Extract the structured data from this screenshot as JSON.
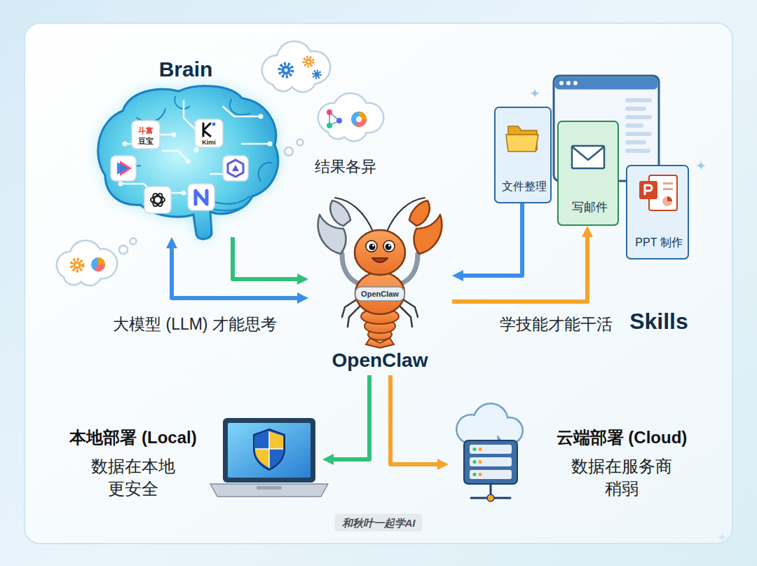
{
  "diagram": {
    "nodes": [
      {
        "text": [
          "Brain"
        ]
      },
      {
        "text": [
          "文件整理"
        ]
      },
      {
        "text": [
          "写邮件"
        ]
      },
      {
        "text": [
          "PPT 制作"
        ]
      },
      {
        "text": [
          "OpenClaw",
          "OpenClaw"
        ]
      },
      {
        "text": [
          "本地部署 (Local)",
          "数据在本地 更安全"
        ]
      },
      {
        "text": [
          "云端部署 (Cloud)",
          "数据在服务商 稍弱"
        ]
      }
    ],
    "edges": [
      {
        "from": 0,
        "to": 4,
        "arrow": "both",
        "label": "大模型 (LLM) 才能思考"
      },
      {
        "from": 0,
        "to": 4,
        "arrow": "to"
      },
      {
        "from": 1,
        "to": 4,
        "arrow": "to"
      },
      {
        "from": 4,
        "to": 2,
        "arrow": "to",
        "label": "学技能才能干活"
      },
      {
        "from": 4,
        "to": 5,
        "arrow": "to"
      },
      {
        "from": 4,
        "to": 6,
        "arrow": "to"
      }
    ],
    "labels": [
      "斗富",
      "豆宝",
      "Kimi",
      "结果各异",
      "Skills",
      "和秋叶一起学AI"
    ]
  }
}
